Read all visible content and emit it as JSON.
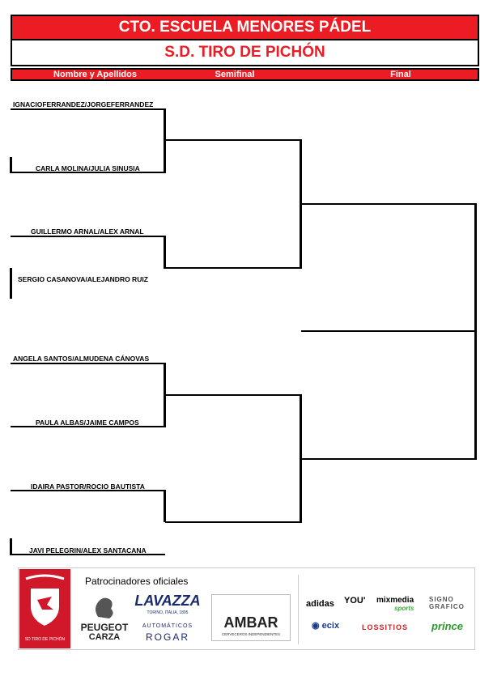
{
  "header": {
    "title": "CTO. ESCUELA MENORES PÁDEL",
    "subtitle": "S.D. TIRO DE PICHÓN",
    "col_names": "Nombre y Apellidos",
    "col_semifinal": "Semifinal",
    "col_final": "Final"
  },
  "players": [
    "IGNACIOFERRANDEZ/JORGEFERRANDEZ",
    "CARLA MOLINA/JULIA SINUSIA",
    "GUILLERMO ARNAL/ALEX ARNAL",
    "SERGIO CASANOVA/ALEJANDRO RUIZ",
    "ANGELA SANTOS/ALMUDENA CÁNOVAS",
    "PAULA ALBAS/JAIME CAMPOS",
    "IDAIRA PASTOR/ROCIO BAUTISTA",
    "JAVI PELEGRIN/ALEX SANTACANA"
  ],
  "sponsors": {
    "heading": "Patrocinadores oficiales",
    "club_logo_text": "SD TIRO DE PICHÓN",
    "peugeot_line1": "PEUGEOT",
    "peugeot_line2": "CARZA",
    "lavazza": "LAVAZZA",
    "lavazza_sub": "TORINO, ITALIA, 1895",
    "lavazza_line1": "AUTOMÁTICOS",
    "lavazza_line2": "ROGAR",
    "ambar": "AMBAR",
    "ambar_sub": "CERVECEROS INDEPENDIENTES",
    "adidas": "adidas",
    "you": "YOU'",
    "mixmedia": "mixmedia",
    "mixmedia_sub": "sports",
    "signo": "SIGNO",
    "signo2": "GRAFICO",
    "ecix": "ecix",
    "lossitios": "LOSSITIOS",
    "prince": "prince"
  },
  "colors": {
    "accent": "#ec1c24",
    "line": "#000000"
  }
}
